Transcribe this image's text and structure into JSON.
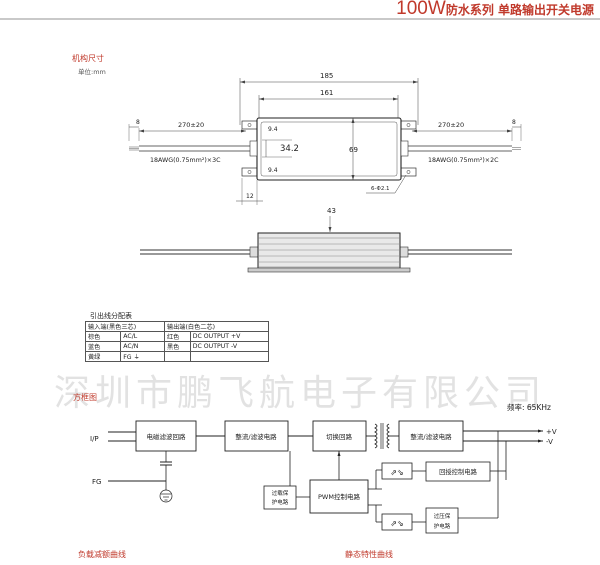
{
  "header": {
    "title_big": "100W",
    "title_small": "防水系列 单路输出开关电源"
  },
  "dimensions": {
    "section_title": "机构尺寸",
    "unit_label": "单位:mm",
    "dims": {
      "overall_width": "185",
      "body_width": "161",
      "cable_left": "270±20",
      "cable_right": "270±20",
      "end_left": "8",
      "end_right": "8",
      "inner_gap": "34.2",
      "top_offset": "9.4",
      "bottom_offset": "9.4",
      "height": "69",
      "flange": "12",
      "hole": "6-Φ2.1",
      "side_height": "43"
    },
    "cable_left_label": "18AWG(0.75mm²)×3C",
    "cable_right_label": "18AWG(0.75mm²)×2C"
  },
  "pin_table": {
    "title": "引出线分配表",
    "headers": [
      "输入端(黑色三芯)",
      "输出端(白色二芯)"
    ],
    "rows": [
      [
        "棕色",
        "AC/L",
        "红色",
        "DC OUTPUT +V"
      ],
      [
        "蓝色",
        "AC/N",
        "黑色",
        "DC OUTPUT -V"
      ],
      [
        "黄绿",
        "FG ⏚",
        "",
        ""
      ]
    ]
  },
  "watermark": "深圳市鹏飞航电子有限公司",
  "block_diagram": {
    "title": "方框图",
    "frequency": "频率: 65KHz",
    "io_in": "I/P",
    "io_fg": "FG",
    "out_pos": "+V",
    "out_neg": "-V",
    "blocks": {
      "emi": "电磁滤波回路",
      "rect1": "整流/滤波电路",
      "switch": "切换回路",
      "rect2": "整流/滤波电路",
      "ovp_line1": "过载保",
      "ovp_line2": "护电路",
      "pwm": "PWM控制电路",
      "feedback": "回授控制电路",
      "ovp2_line1": "过压保",
      "ovp2_line2": "护电路"
    }
  },
  "footer": {
    "left": "负载减额曲线",
    "right": "静态特性曲线"
  }
}
